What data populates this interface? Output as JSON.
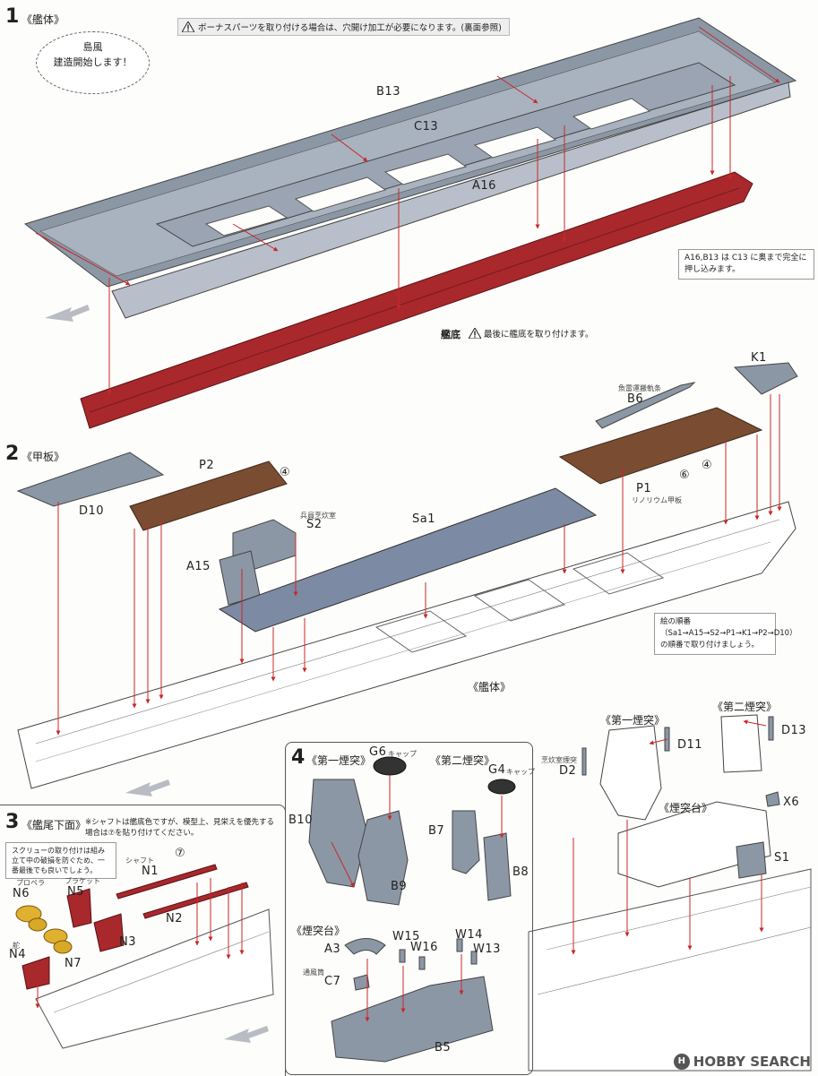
{
  "header_warning": "ボーナスパーツを取り付ける場合は、穴開け加工が必要になります。(裏面参照)",
  "step1": {
    "number": "1",
    "title": "《艦体》",
    "bubble_line1": "島風",
    "bubble_line2": "建造開始します！",
    "labels": {
      "b13": "B13",
      "c13": "C13",
      "a16": "A16",
      "hull_bottom": "艦底"
    },
    "hull_bottom_warning": "最後に艦底を取り付けます。",
    "note": "A16,B13 は C13 に奥まで完全に押し込みます。"
  },
  "step2": {
    "number": "2",
    "title": "《甲板》",
    "labels": {
      "b6": "B6",
      "b6_caption": "魚雷運搬軌条",
      "k1": "K1",
      "d10": "D10",
      "p2": "P2",
      "s2": "S2",
      "s2_caption": "兵員烹炊室",
      "sa1": "Sa1",
      "a15": "A15",
      "p1": "P1",
      "p1_caption": "リノリウム甲板",
      "hull": "《艦体》",
      "mark4a": "④",
      "mark4b": "④",
      "mark6": "⑥"
    },
    "note": "絵の順番（Sa1→A15→S2→P1→K1→P2→D10）の順番で取り付けましょう。"
  },
  "step3": {
    "number": "3",
    "title": "《艦尾下面》",
    "shaft_note": "※シャフトは艦底色ですが、模型上、見栄えを優先する場合は⑦を貼り付けてください。",
    "screw_note": "スクリューの取り付けは組み立て中の破損を防ぐため、一番最後でも良いでしょう。",
    "labels": {
      "n1": "N1",
      "shaft": "シャフト",
      "n2": "N2",
      "n3": "N3",
      "n4": "N4",
      "rudder": "舵",
      "n5": "N5",
      "bracket": "ブラケット",
      "n6": "N6",
      "propeller": "プロペラ",
      "n7": "N7",
      "mark7": "⑦"
    }
  },
  "step4": {
    "number": "4",
    "funnel1_title": "《第一煙突》",
    "funnel2_title": "《第二煙突》",
    "base_title": "《煙突台》",
    "labels": {
      "g6": "G6",
      "g6_caption": "キャップ",
      "b10": "B10",
      "b9": "B9",
      "g4": "G4",
      "g4_caption": "キャップ",
      "b7": "B7",
      "b8": "B8",
      "a3": "A3",
      "w15": "W15",
      "w16": "W16",
      "w14": "W14",
      "w13": "W13",
      "c7": "C7",
      "c7_caption": "通風筒",
      "b5": "B5"
    }
  },
  "step5": {
    "funnel1_title": "《第一煙突》",
    "funnel2_title": "《第二煙突》",
    "base_title": "《煙突台》",
    "labels": {
      "d11": "D11",
      "d13": "D13",
      "d2": "D2",
      "d2_caption": "烹炊室煙突",
      "x6": "X6",
      "s1": "S1"
    }
  },
  "watermark": {
    "badge": "H",
    "text": "HOBBY SEARCH"
  },
  "colors": {
    "hull_gray": "#8c97a6",
    "hull_red": "#a8282c",
    "deck_brown": "#7a4d33",
    "arrow_red": "#c82828"
  }
}
